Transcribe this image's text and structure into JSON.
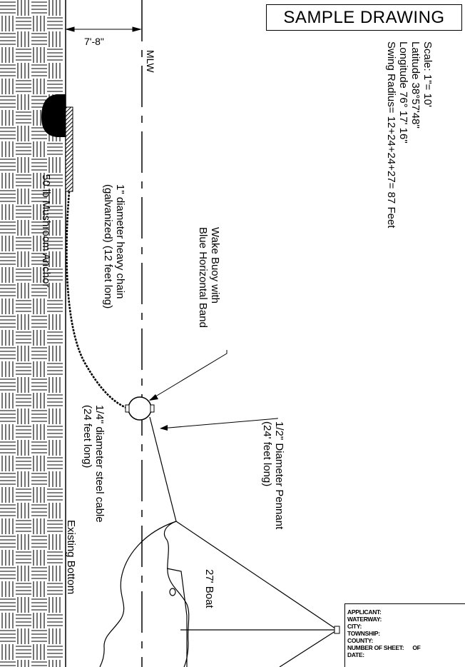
{
  "title": "SAMPLE DRAWING",
  "specs": {
    "scale": "Scale: 1\"= 10'",
    "latitude": "Latitude 38°57'48\"",
    "longitude": "Longitude 76° 17' 16\"",
    "swing_radius": "Swing Radius= 12+24+24+27= 87 Feet"
  },
  "dimension": "7'-8\"",
  "labels": {
    "mlw": "MLW",
    "buoy_line1": "Wake Buoy with",
    "buoy_line2": "Blue Horizontal Band",
    "chain_line1": "1\" diameter heavy chain",
    "chain_line2": "(galvanized) (12 feet long)",
    "anchor": "50 lb Mushroom Anchor",
    "cable_line1": "1/4\" diameter steel cable",
    "cable_line2": "(24 feet long)",
    "pennant_line1": "1/2\" Diameter Pennant",
    "pennant_line2": "(24' feet long)",
    "bottom": "Existing Bottom",
    "boat": "27' Boat"
  },
  "info_block": {
    "applicant": "APPLICANT:",
    "waterway": "WATERWAY:",
    "city": "CITY:",
    "township": "TOWNSHIP:",
    "county": "COUNTY:",
    "sheet": "NUMBER OF SHEET:",
    "of": "OF",
    "date": "DATE:"
  }
}
